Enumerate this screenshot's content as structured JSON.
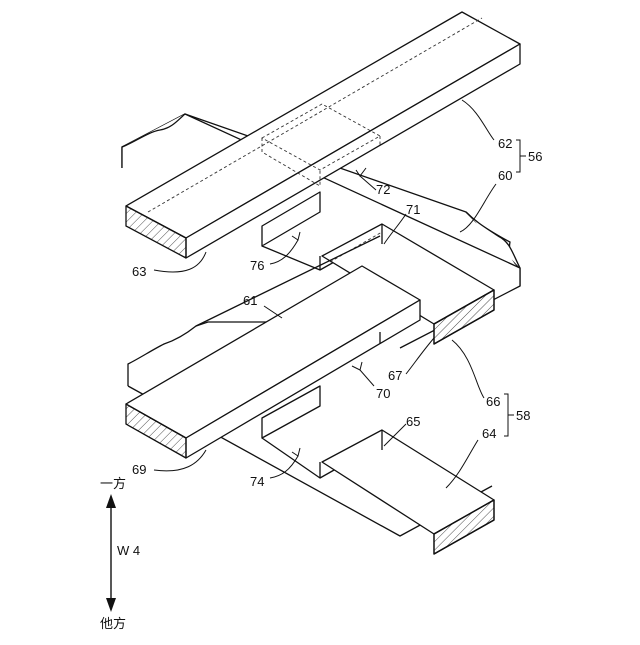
{
  "labels": {
    "l62": "62",
    "l56": "56",
    "l60": "60",
    "l72": "72",
    "l71": "71",
    "l63": "63",
    "l76": "76",
    "l61": "61",
    "l67": "67",
    "l70": "70",
    "l66": "66",
    "l58": "58",
    "l65": "65",
    "l64": "64",
    "l69": "69",
    "l74": "74"
  },
  "direction": {
    "top": "一方",
    "middle": "W 4",
    "bottom": "他方"
  }
}
